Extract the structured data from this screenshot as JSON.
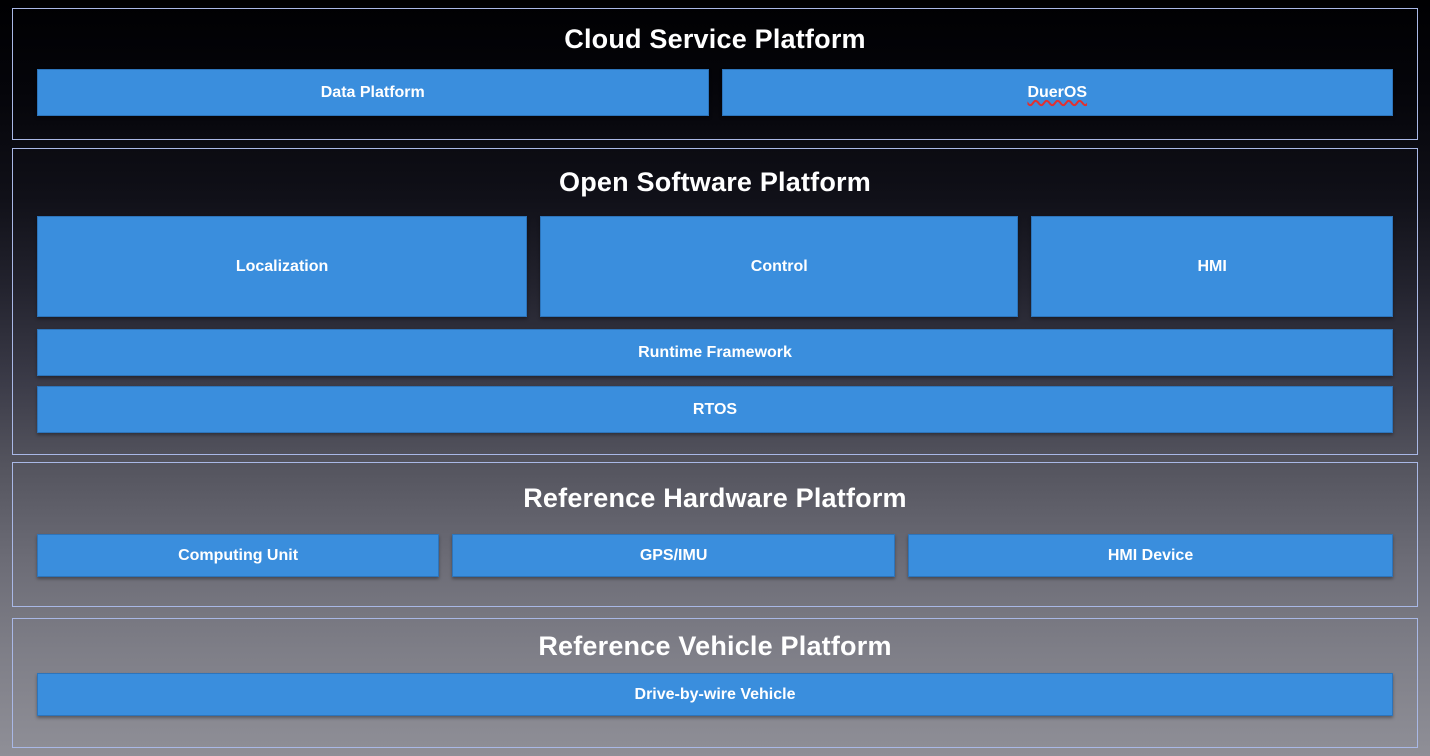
{
  "diagram": {
    "colors": {
      "box_blue": "#3a8edd",
      "section_border": "#a9b8e6",
      "title_text": "#ffffff",
      "background_top": "#000002",
      "background_bottom": "#8f8f97"
    },
    "sections": [
      {
        "title": "Cloud Service Platform",
        "boxes": {
          "data_platform": "Data Platform",
          "dueros": "DuerOS"
        }
      },
      {
        "title": "Open Software Platform",
        "boxes": {
          "localization": "Localization",
          "control": "Control",
          "hmi": "HMI",
          "runtime_framework": "Runtime Framework",
          "rtos": "RTOS"
        }
      },
      {
        "title": "Reference Hardware Platform",
        "boxes": {
          "computing_unit": "Computing Unit",
          "gps_imu": "GPS/IMU",
          "hmi_device": "HMI Device"
        }
      },
      {
        "title": "Reference Vehicle Platform",
        "boxes": {
          "drive_by_wire_vehicle": "Drive-by-wire Vehicle"
        }
      }
    ]
  }
}
